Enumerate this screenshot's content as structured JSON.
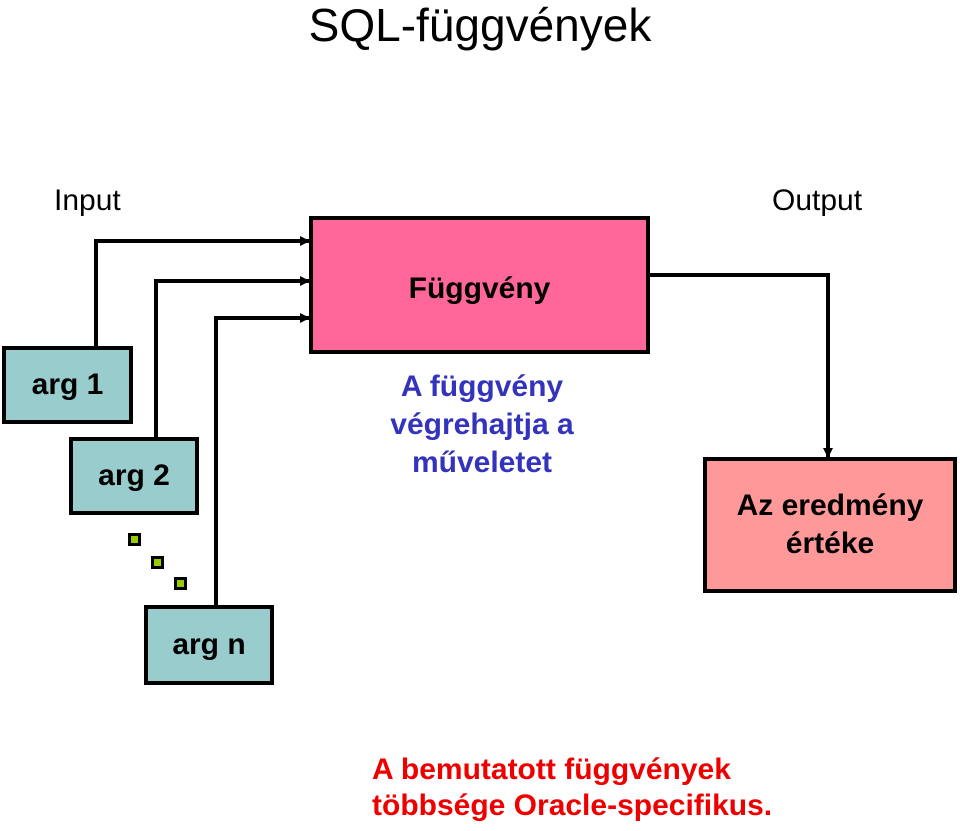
{
  "title": "SQL-függvények",
  "labels": {
    "input": "Input",
    "output": "Output"
  },
  "args": [
    "arg 1",
    "arg 2",
    "arg n"
  ],
  "function_box": "Függvény",
  "description_lines": [
    "A függvény",
    "végrehajtja a",
    "műveletet"
  ],
  "result_lines": [
    "Az eredmény",
    "értéke"
  ],
  "note_lines": [
    "A bemutatott függvények",
    "többsége Oracle-specifikus."
  ],
  "colors": {
    "arg_fill": "#99cccc",
    "function_fill": "#ff6699",
    "result_fill": "#ff9999",
    "description_text": "#3333bb",
    "note_text": "#ee0000",
    "ellipsis_dot": "#99cc00"
  }
}
